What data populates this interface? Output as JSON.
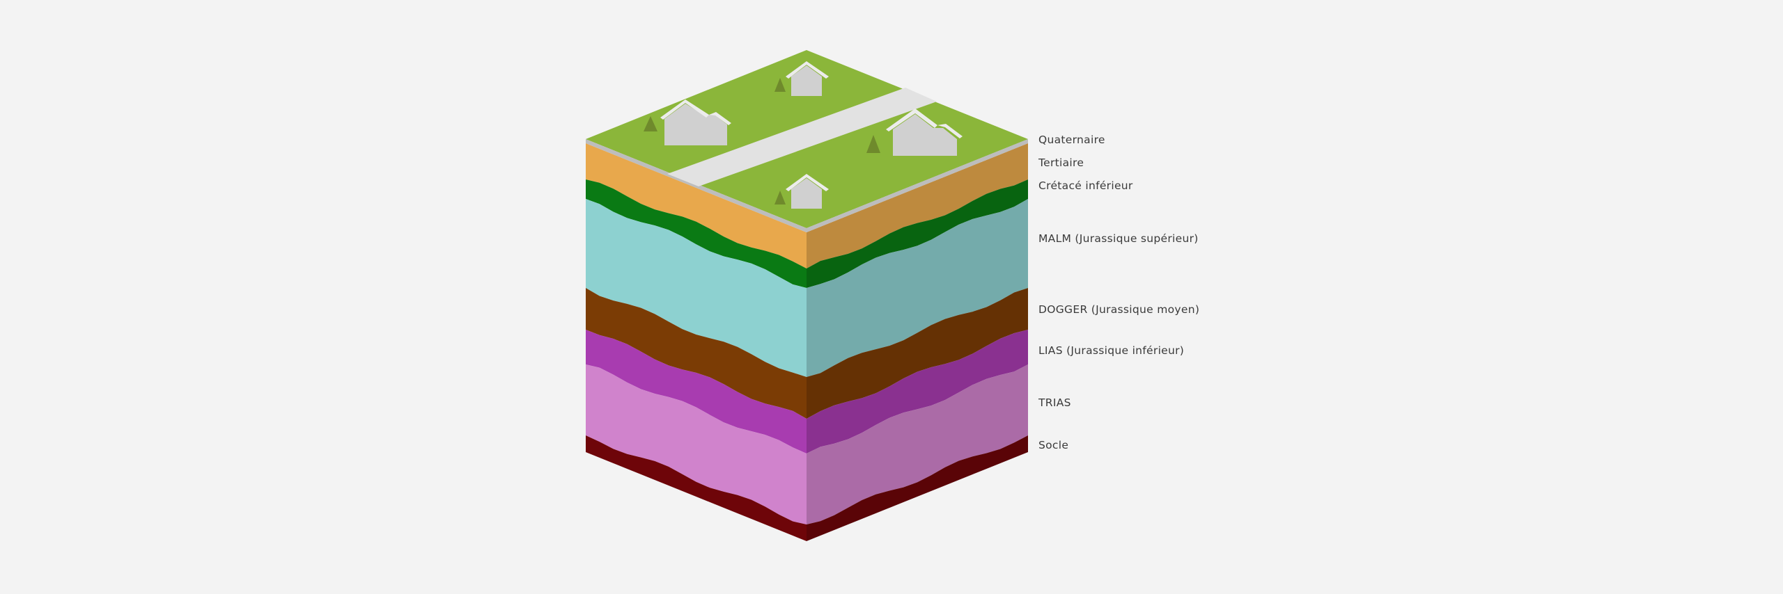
{
  "layers": [
    {
      "label": "Quaternaire",
      "color": "#8bb63a"
    },
    {
      "label": "Tertiaire",
      "color": "#e8a84c"
    },
    {
      "label": "Crétacé inférieur",
      "color": "#0a7a14"
    },
    {
      "label": "MALM (Jurassique supérieur)",
      "color": "#8dd1d0"
    },
    {
      "label": "DOGGER (Jurassique moyen)",
      "color": "#7b3c05"
    },
    {
      "label": "LIAS (Jurassique inférieur)",
      "color": "#a83cb0"
    },
    {
      "label": "TRIAS",
      "color": "#d083cc"
    },
    {
      "label": "Socle",
      "color": "#6e0509"
    }
  ],
  "colors": {
    "background": "#f3f3f3",
    "surface": "#8bb63a",
    "road": "#e2e2e2",
    "house": "#d0d0d0",
    "tree": "#6f8a2c",
    "label_text": "#3a3a3a"
  }
}
